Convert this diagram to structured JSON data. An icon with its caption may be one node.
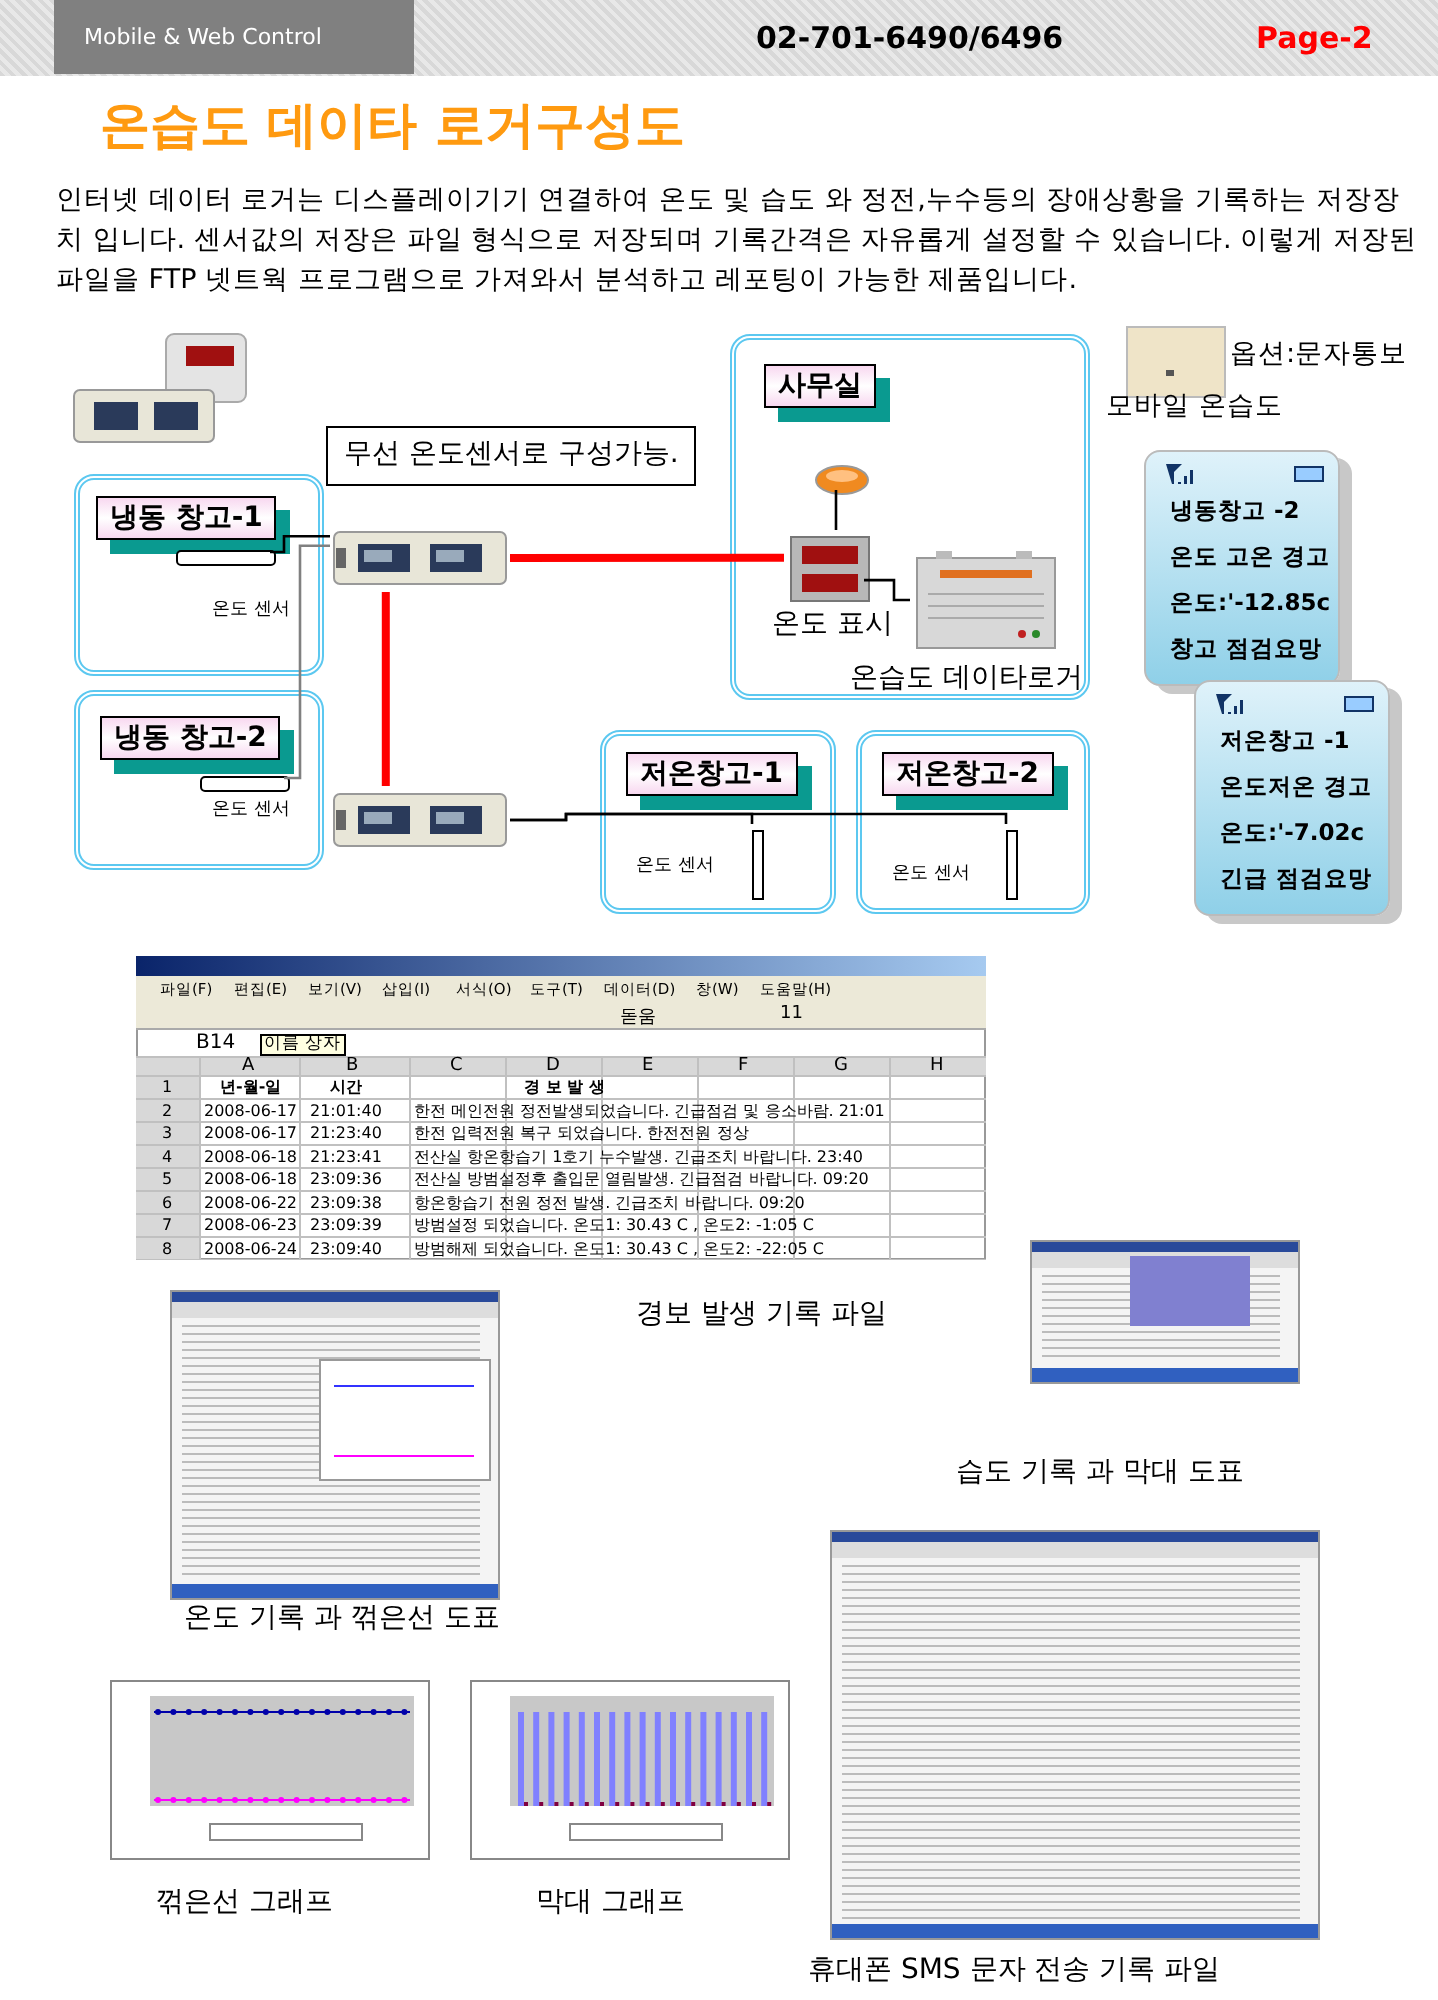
{
  "diagram": {
    "title": "온습도 데이타 로거구성도",
    "nodes": [
      {
        "text": [
          "무선 온도센서로 구성가능."
        ]
      },
      {
        "text": [
          "냉동 창고-1",
          "온도 센서"
        ]
      },
      {
        "text": [],
        "shape": "box",
        "in": 1
      },
      {
        "text": [],
        "shape": "picture"
      },
      {
        "text": [
          "사무실"
        ]
      },
      {
        "text": [],
        "shape": "picture",
        "in": 4
      },
      {
        "text": [],
        "shape": "picture",
        "in": 4,
        "beside": [
          "온도 표시"
        ]
      },
      {
        "text": [],
        "shape": "picture",
        "in": 4,
        "beside": [
          "온습도 데이타로거"
        ]
      },
      {
        "text": [
          "냉동창고 -2",
          "온도 고온 경고",
          "온도:'-12.85c",
          "창고 점검요망"
        ]
      },
      {
        "text": [
          "냉동 창고-2",
          "온도 센서"
        ]
      },
      {
        "text": [],
        "shape": "box",
        "in": 9
      },
      {
        "text": [
          "저온창고 -1",
          "온도저온 경고",
          "온도:'-7.02c",
          "긴급 점검요망"
        ]
      },
      {
        "text": [
          "저온창고-1",
          "온도 센서"
        ]
      },
      {
        "text": [],
        "shape": "bar",
        "in": 12
      },
      {
        "text": [
          "저온창고-2",
          "온도 센서"
        ]
      },
      {
        "text": [],
        "shape": "bar",
        "in": 14
      },
      {
        "text": [],
        "shape": "picture"
      }
    ],
    "edges": [
      {
        "from": 3,
        "to": 2,
        "arrow": "none"
      },
      {
        "from": 3,
        "to": 10,
        "arrow": "none",
        "color": "#808080"
      },
      {
        "from": 3,
        "to": 6,
        "arrow": "none",
        "style": "thick",
        "color": "#ff0000"
      },
      {
        "from": 3,
        "to": 16,
        "arrow": "none",
        "style": "thick",
        "color": "#ff0000"
      },
      {
        "from": 5,
        "to": 6,
        "arrow": "none"
      },
      {
        "from": 6,
        "to": 7,
        "arrow": "none"
      },
      {
        "from": 16,
        "to": 13,
        "arrow": "none"
      },
      {
        "from": 16,
        "to": 15,
        "arrow": "none"
      }
    ],
    "labels": [
      "Mobile & Web Control",
      "02-701-6490/6496",
      "Page-2",
      "인터넷 데이터 로거는 디스플레이기기 연결하여 온도 및 습도 와 정전,누수등의 장애상황을 기록하는 저장장치 입니다. 센서값의 저장은 파일 형식으로 저장되며 기록간격은 자유롭게 설정할 수 있습니다. 이렇게 저장된 파일을 FTP 넷트웍 프로그램으로 가져와서 분석하고  레포팅이 가능한 제품입니다.",
      "옵션:문자통보",
      "모바일 온습도",
      "파일(F)",
      "편집(E)",
      "보기(V)",
      "삽입(I)",
      "서식(O)",
      "도구(T)",
      "데이터(D)",
      "창(W)",
      "도움말(H)",
      "돋움",
      "11",
      "B14",
      "이름 상자",
      "A",
      "B",
      "C",
      "D",
      "E",
      "F",
      "G",
      "H",
      "1",
      "년-월-일",
      "시간",
      "경 보 발 생",
      "2",
      "2008-06-17",
      "21:01:40",
      "한전 메인전원 정전발생되었습니다. 긴급점검 및 응소바람. 21:01",
      "3",
      "2008-06-17",
      "21:23:40",
      "한전 입력전원 복구 되었습니다. 한전전원 정상",
      "4",
      "2008-06-18",
      "21:23:41",
      "전산실 항온항습기 1호기 누수발생. 긴급조치 바랍니다. 23:40",
      "5",
      "2008-06-18",
      "23:09:36",
      "전산실 방범설정후 출입문 열림발생. 긴급점검 바랍니다. 09:20",
      "6",
      "2008-06-22",
      "23:09:38",
      "항온항습기 전원 정전 발생. 긴급조치 바랍니다. 09:20",
      "7",
      "2008-06-23",
      "23:09:39",
      "방범설정 되었습니다. 온도1: 30.43 C , 온도2: -1:05 C",
      "8",
      "2008-06-24",
      "23:09:40",
      "방범해제 되었습니다. 온도1: 30.43 C , 온도2: -22:05 C",
      "경보 발생 기록 파일",
      "습도 기록 과 막대 도표",
      "온도 기록 과 꺾은선 도표",
      "꺾은선 그래프",
      "막대 그래프",
      "휴대폰 SMS 문자 전송 기록 파일"
    ]
  }
}
